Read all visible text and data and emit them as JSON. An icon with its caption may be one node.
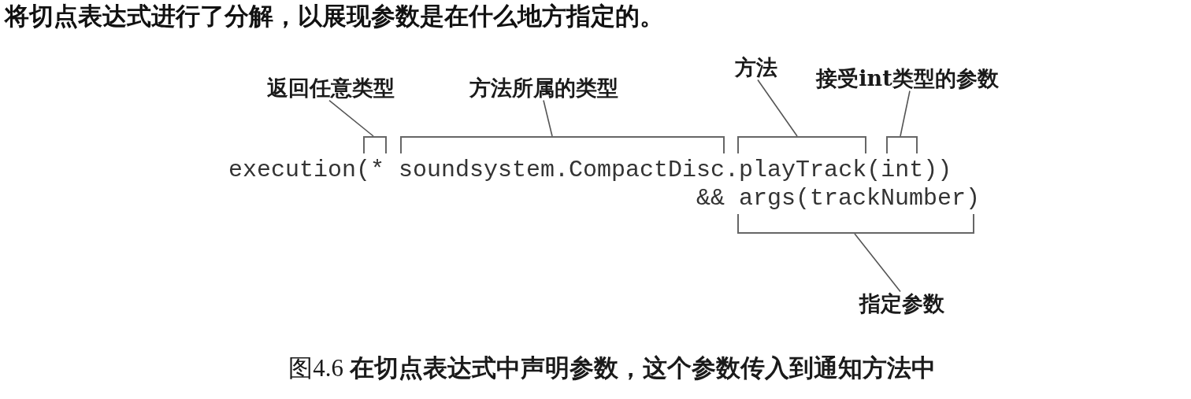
{
  "diagram": {
    "caption": "图4.6 **在切点表达式中声明参数，这个参数传入到通知方法中**",
    "nodes": [
      {
        "text": [
          "返回任意类型"
        ]
      },
      {
        "text": [
          "方法所属的类型"
        ]
      },
      {
        "text": [
          "方法"
        ]
      },
      {
        "text": [
          "接受int类型的参数"
        ]
      },
      {
        "text": [],
        "shape": "bracket"
      },
      {
        "text": [],
        "shape": "bracket"
      },
      {
        "text": [],
        "shape": "bracket"
      },
      {
        "text": [],
        "shape": "bracket"
      },
      {
        "text": [],
        "shape": "bracket"
      },
      {
        "text": [
          "指定参数"
        ]
      }
    ],
    "edges": [
      {
        "from": 0,
        "to": 4,
        "arrow": "none"
      },
      {
        "from": 1,
        "to": 5,
        "arrow": "none"
      },
      {
        "from": 2,
        "to": 6,
        "arrow": "none"
      },
      {
        "from": 3,
        "to": 7,
        "arrow": "none"
      },
      {
        "from": 9,
        "to": 8,
        "arrow": "none"
      }
    ],
    "labels": [
      "将切点表达式进行了分解，以展现参数是在什么地方指定的。",
      "execution(* soundsystem.CompactDisc.playTrack(int))",
      "&& args(trackNumber)"
    ]
  }
}
